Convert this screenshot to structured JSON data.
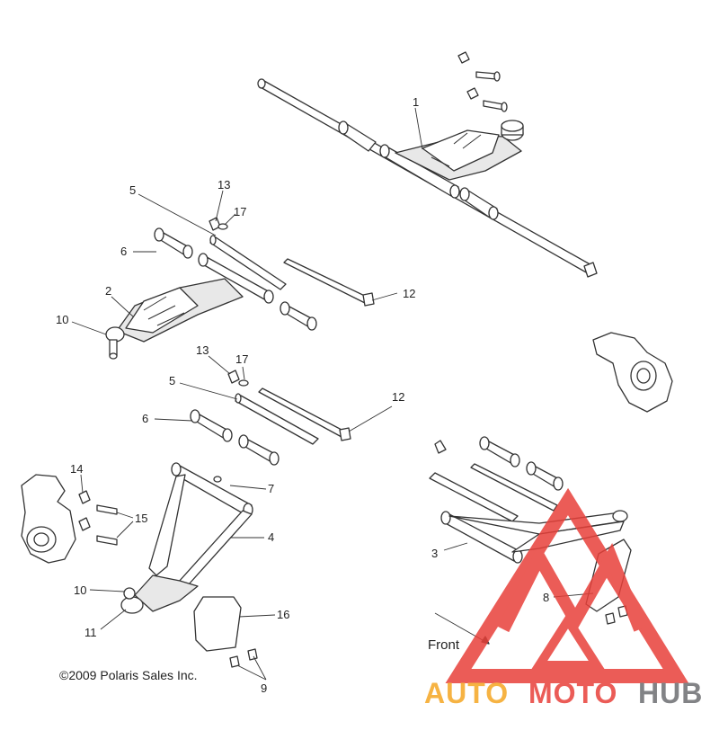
{
  "diagram": {
    "callouts": {
      "c1": "1",
      "c2": "2",
      "c3": "3",
      "c4": "4",
      "c5a": "5",
      "c5b": "5",
      "c6a": "6",
      "c6b": "6",
      "c7": "7",
      "c8": "8",
      "c9": "9",
      "c10a": "10",
      "c10b": "10",
      "c11": "11",
      "c12a": "12",
      "c12b": "12",
      "c13a": "13",
      "c13b": "13",
      "c14": "14",
      "c15": "15",
      "c16": "16",
      "c17a": "17",
      "c17b": "17"
    },
    "front_label": "Front",
    "copyright": "©2009 Polaris Sales Inc."
  },
  "watermark": {
    "part1": "AUTO",
    "part2": "MOTO",
    "part3": "HUB",
    "colors": {
      "red": "#e8403a",
      "orange": "#f5a623",
      "gray": "#6d6e71"
    }
  }
}
